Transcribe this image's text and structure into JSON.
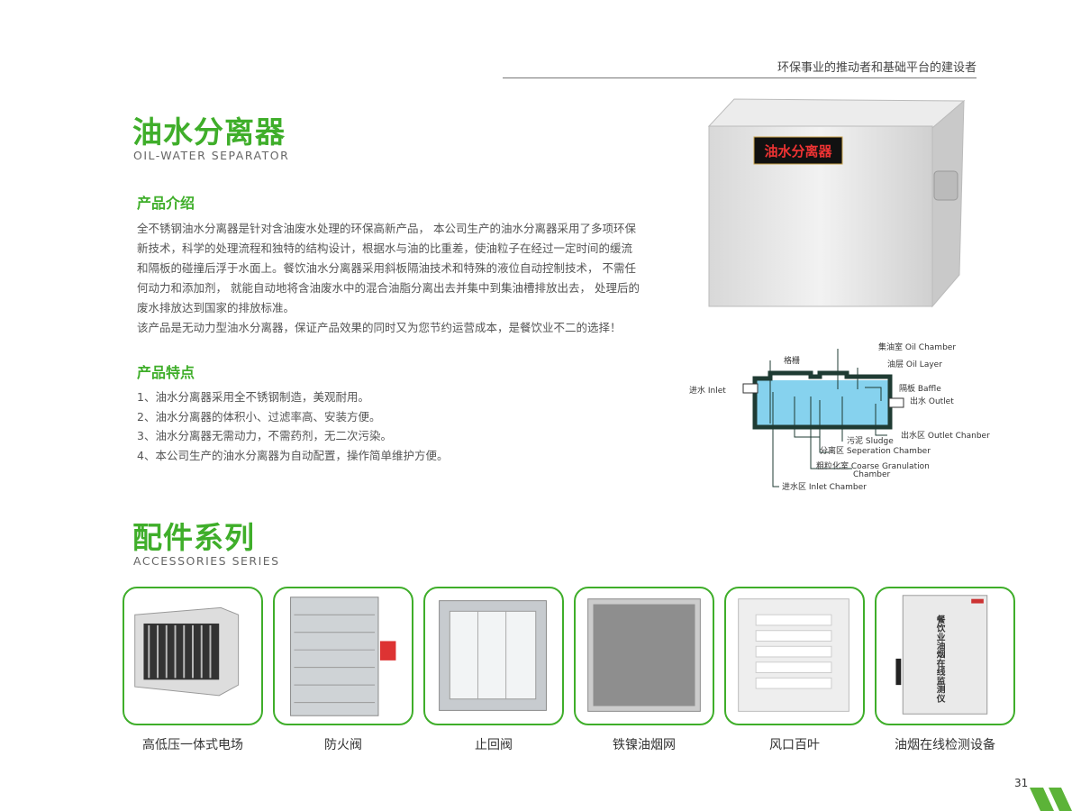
{
  "header": {
    "tagline": "环保事业的推动者和基础平台的建设者"
  },
  "product": {
    "title": "油水分离器",
    "subtitle": "OIL-WATER SEPARATOR",
    "intro_heading": "产品介绍",
    "intro_lines": [
      "全不锈钢油水分离器是针对含油废水处理的环保高新产品， 本公司生产的油水分离器采用了多项环保",
      "新技术，科学的处理流程和独特的结构设计，根据水与油的比重差，使油粒子在经过一定时间的缓流",
      "和隔板的碰撞后浮于水面上。餐饮油水分离器采用斜板隔油技术和特殊的液位自动控制技术， 不需任",
      "何动力和添加剂， 就能自动地将含油废水中的混合油脂分离出去并集中到集油槽排放出去， 处理后的",
      "废水排放达到国家的排放标准。",
      "该产品是无动力型油水分离器，保证产品效果的同时又为您节约运营成本，是餐饮业不二的选择！"
    ],
    "features_heading": "产品特点",
    "features": [
      "1、油水分离器采用全不锈钢制造，美观耐用。",
      "2、油水分离器的体积小、过滤率高、安装方便。",
      "3、油水分离器无需动力，不需药剂，无二次污染。",
      "4、本公司生产的油水分离器为自动配置，操作简单维护方便。"
    ],
    "image_plate": "油水分离器"
  },
  "diagram": {
    "grate": "格栅",
    "inlet": "进水 Inlet",
    "oil_chamber": "集油室 Oil Chamber",
    "oil_layer": "油层 Oil Layer",
    "baffle": "隔板  Baffle",
    "outlet": "出水 Outlet",
    "outlet_chamber": "出水区 Outlet Chanber",
    "sludge": "污泥 Sludge",
    "separation": "分离区 Seperation Chamber",
    "coarse1": "粗粒化室 Coarse Granulation",
    "coarse2": "Chamber",
    "inlet_chamber": "进水区 Inlet Chamber"
  },
  "accessories": {
    "title": "配件系列",
    "subtitle": "ACCESSORIES SERIES",
    "items": [
      {
        "label": "高低压一体式电场"
      },
      {
        "label": "防火阀"
      },
      {
        "label": "止回阀"
      },
      {
        "label": "铁镍油烟网"
      },
      {
        "label": "风口百叶"
      },
      {
        "label": "油烟在线检测设备"
      }
    ],
    "monitor_text": "餐饮业油烟在线监测仪"
  },
  "page_number": "31",
  "colors": {
    "accent": "#3fae2a",
    "water": "#5ec3e8"
  }
}
